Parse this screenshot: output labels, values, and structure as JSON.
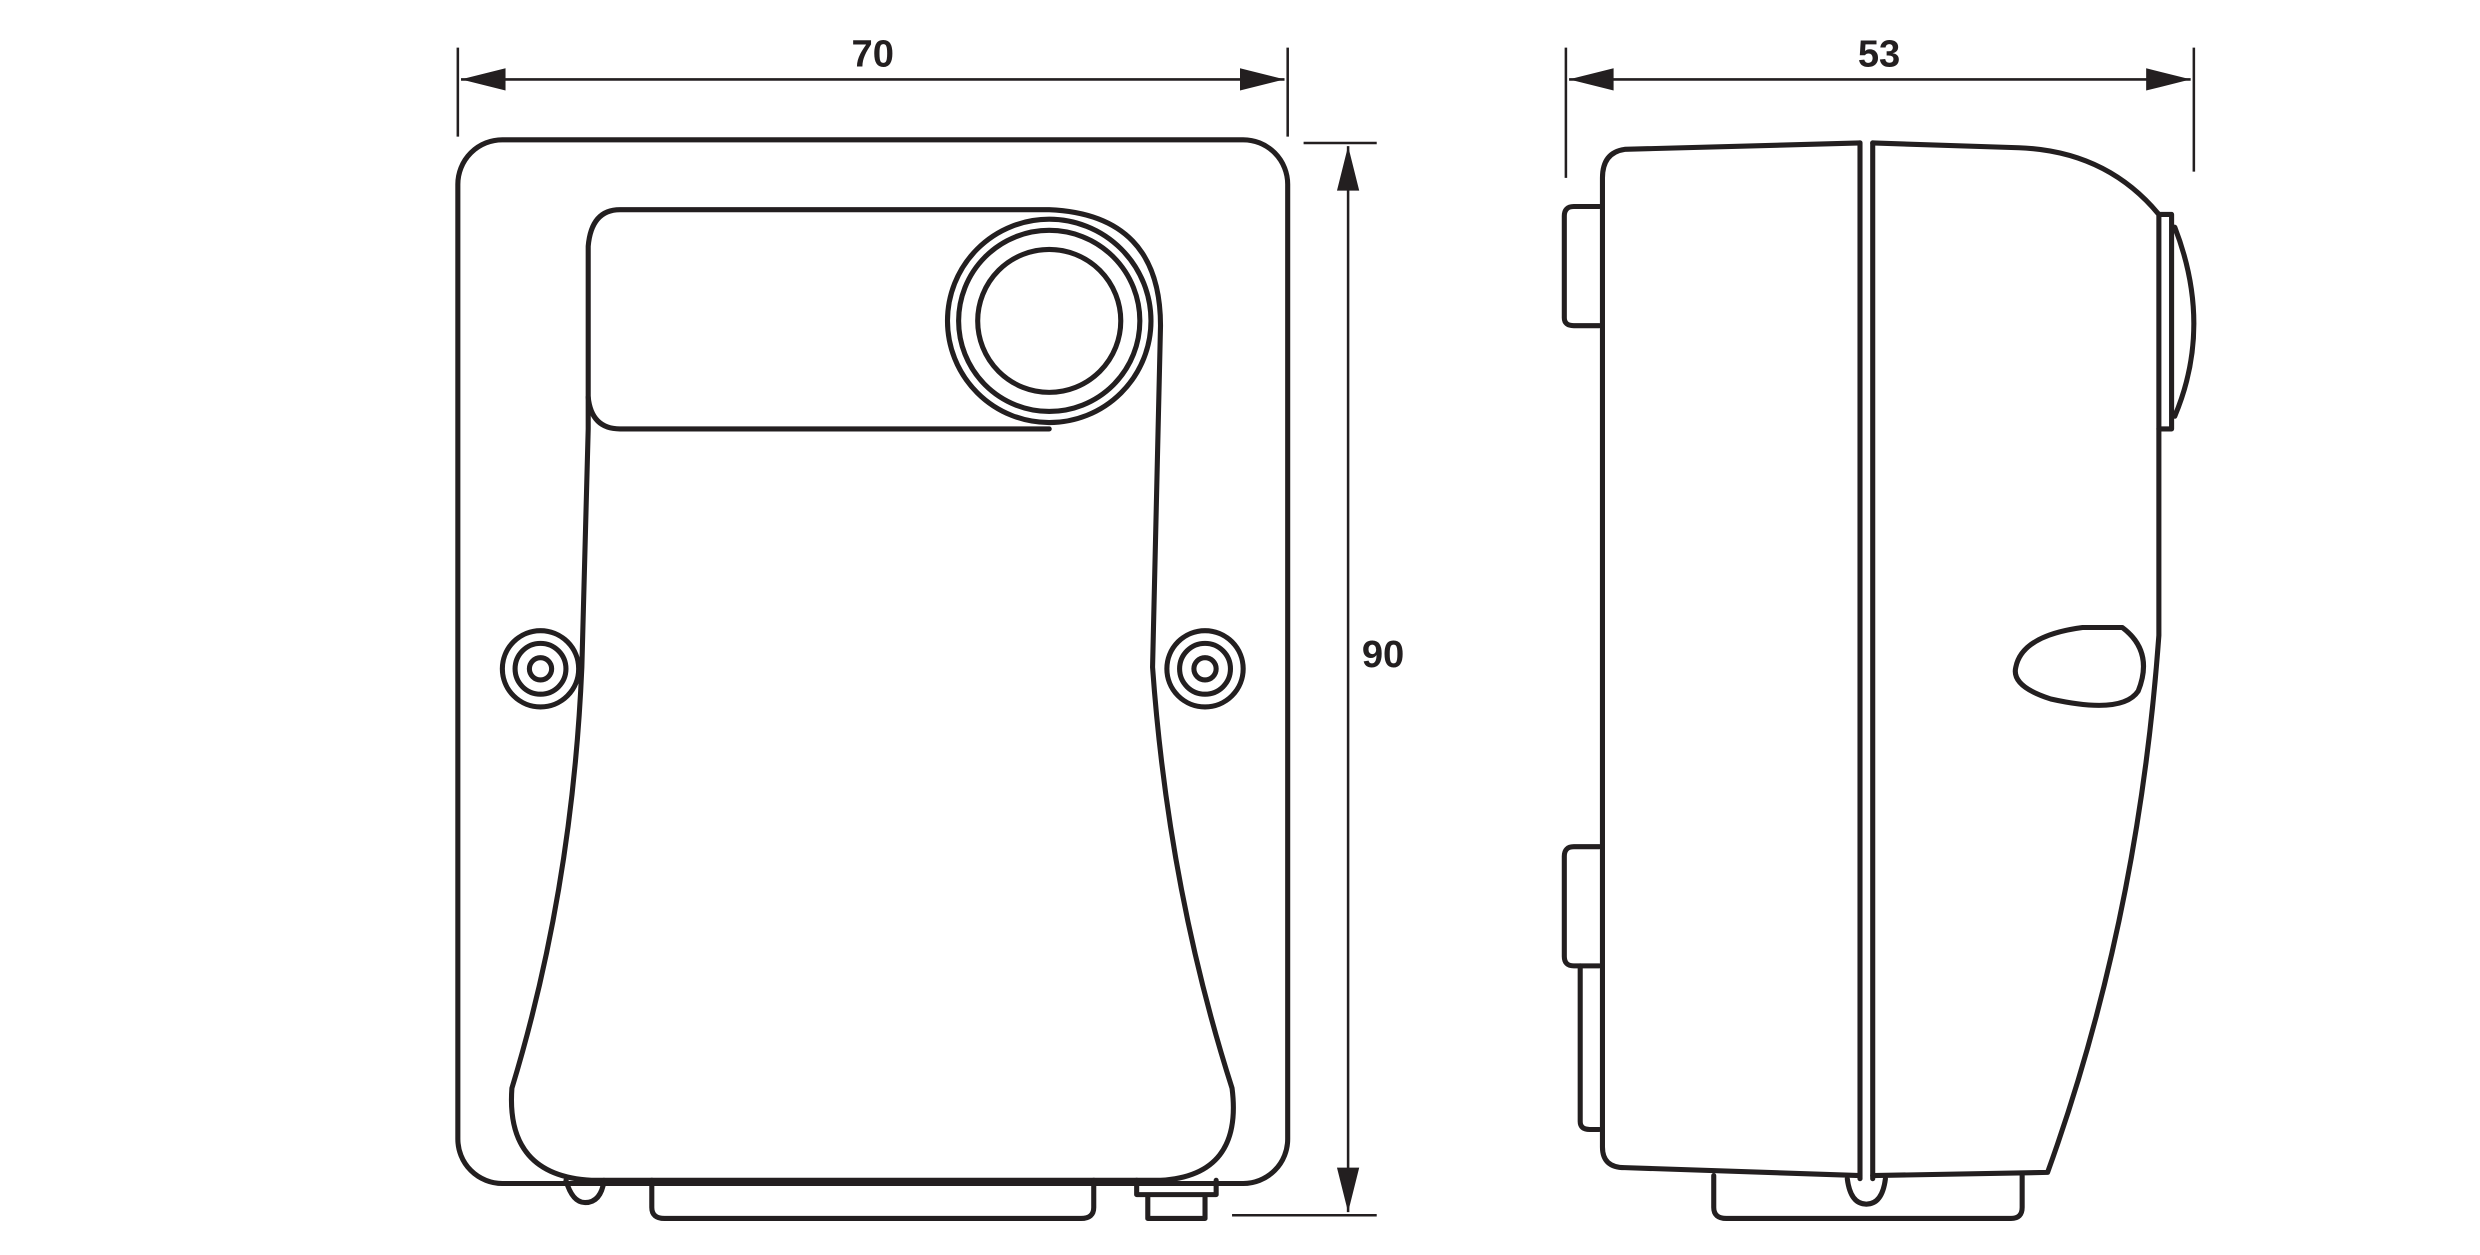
{
  "dimensions": {
    "front_width": "70",
    "front_height": "90",
    "side_depth": "53"
  },
  "colors": {
    "line": "#231f20",
    "background": "#ffffff"
  }
}
